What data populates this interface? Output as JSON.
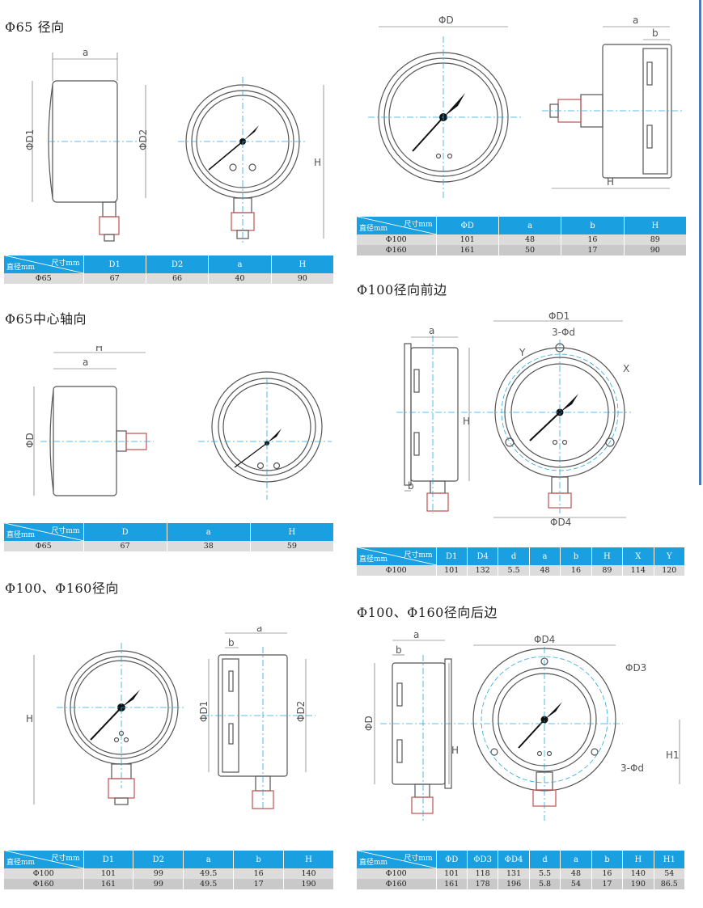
{
  "sections": [
    {
      "title": "Φ65 径向",
      "header": [
        "D1",
        "D2",
        "a",
        "H"
      ],
      "rows": [
        [
          "Φ65",
          "67",
          "66",
          "40",
          "90"
        ]
      ]
    },
    {
      "title": "Φ65中心轴向",
      "header": [
        "D",
        "a",
        "H"
      ],
      "rows": [
        [
          "Φ65",
          "67",
          "38",
          "59"
        ]
      ]
    },
    {
      "title": "Φ100、Φ160径向",
      "header": [
        "D1",
        "D2",
        "a",
        "b",
        "H"
      ],
      "rows": [
        [
          "Φ100",
          "101",
          "99",
          "49.5",
          "16",
          "140"
        ],
        [
          "Φ160",
          "161",
          "99",
          "49.5",
          "17",
          "190"
        ]
      ]
    },
    {
      "title": "",
      "header": [
        "ΦD",
        "a",
        "b",
        "H"
      ],
      "rows": [
        [
          "Φ100",
          "101",
          "48",
          "16",
          "89"
        ],
        [
          "Φ160",
          "161",
          "50",
          "17",
          "90"
        ]
      ]
    },
    {
      "title": "Φ100径向前边",
      "header": [
        "D1",
        "D4",
        "d",
        "a",
        "b",
        "H",
        "X",
        "Y"
      ],
      "rows": [
        [
          "Φ100",
          "101",
          "132",
          "5.5",
          "48",
          "16",
          "89",
          "114",
          "120"
        ]
      ]
    },
    {
      "title": "Φ100、Φ160径向后边",
      "header": [
        "ΦD",
        "ΦD3",
        "ΦD4",
        "d",
        "a",
        "b",
        "H",
        "H1"
      ],
      "rows": [
        [
          "Φ100",
          "101",
          "118",
          "131",
          "5.5",
          "48",
          "16",
          "140",
          "54"
        ],
        [
          "Φ160",
          "161",
          "178",
          "196",
          "5.8",
          "54",
          "17",
          "190",
          "86.5"
        ]
      ]
    }
  ],
  "corner": {
    "top": "尺寸mm",
    "bottom": "直径mm"
  },
  "labels": {
    "a": "a",
    "b": "b",
    "H": "H",
    "H1": "H1",
    "D": "ΦD",
    "D1": "ΦD1",
    "D2": "ΦD2",
    "D3": "ΦD3",
    "D4": "ΦD4",
    "d3": "3-Φd",
    "X": "X",
    "Y": "Y"
  },
  "colors": {
    "header": "#1a9fe0",
    "centerline": "#29a8e0",
    "row_light": "#dcdcdc",
    "row_dark": "#c9c9c9"
  }
}
